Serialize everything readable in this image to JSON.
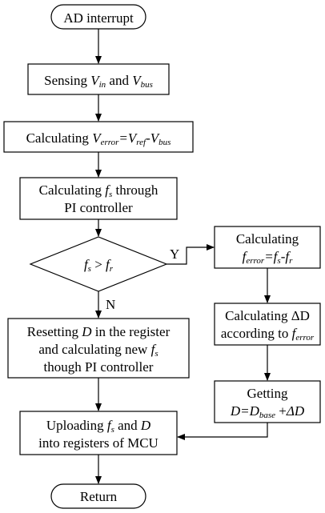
{
  "nodes": {
    "start": {
      "label": "AD interrupt"
    },
    "sensing": {
      "pre": "Sensing ",
      "v_in": "V",
      "v_in_sub": "in",
      "mid": " and ",
      "v_bus": "V",
      "v_bus_sub": "bus"
    },
    "calc_error": {
      "pre": "Calculating ",
      "v_err": "V",
      "v_err_sub": "error",
      "eq": "=",
      "v_ref": "V",
      "v_ref_sub": "ref",
      "minus": "-",
      "v_bus": "V",
      "v_bus_sub": "bus"
    },
    "calc_fs": {
      "line1_pre": "Calculating ",
      "f": "f",
      "f_sub": "s",
      "line1_post": " through",
      "line2": "PI controller"
    },
    "decision": {
      "f1": "f",
      "f1_sub": "s",
      "op": " > ",
      "f2": "f",
      "f2_sub": "r"
    },
    "calc_ferror_box": {
      "line1": "Calculating",
      "fe": "f",
      "fe_sub": "error",
      "eq": "=",
      "fs": "f",
      "fs_sub": "s",
      "minus": "-",
      "fr": "f",
      "fr_sub": "r"
    },
    "calc_dd": {
      "line1": "Calculating ΔD",
      "line2_pre": "according to ",
      "f": "f",
      "f_sub": "error"
    },
    "getting": {
      "line1": "Getting",
      "d": "D",
      "eq": "=",
      "db": "D",
      "db_sub": "base",
      "plus": " +",
      "dd": "ΔD"
    },
    "resetting": {
      "line1_pre": "Resetting ",
      "d": "D",
      "line1_post": " in the register",
      "line2_pre": "and calculating new ",
      "f": "f",
      "f_sub": "s",
      "line3": "though PI controller"
    },
    "uploading": {
      "line1_pre": "Uploading  ",
      "f": "f",
      "f_sub": "s",
      "line1_mid": " and ",
      "d": "D",
      "line2": "into registers of MCU"
    },
    "end": {
      "label": "Return"
    }
  },
  "edges": {
    "yes_label": "Y",
    "no_label": "N"
  }
}
